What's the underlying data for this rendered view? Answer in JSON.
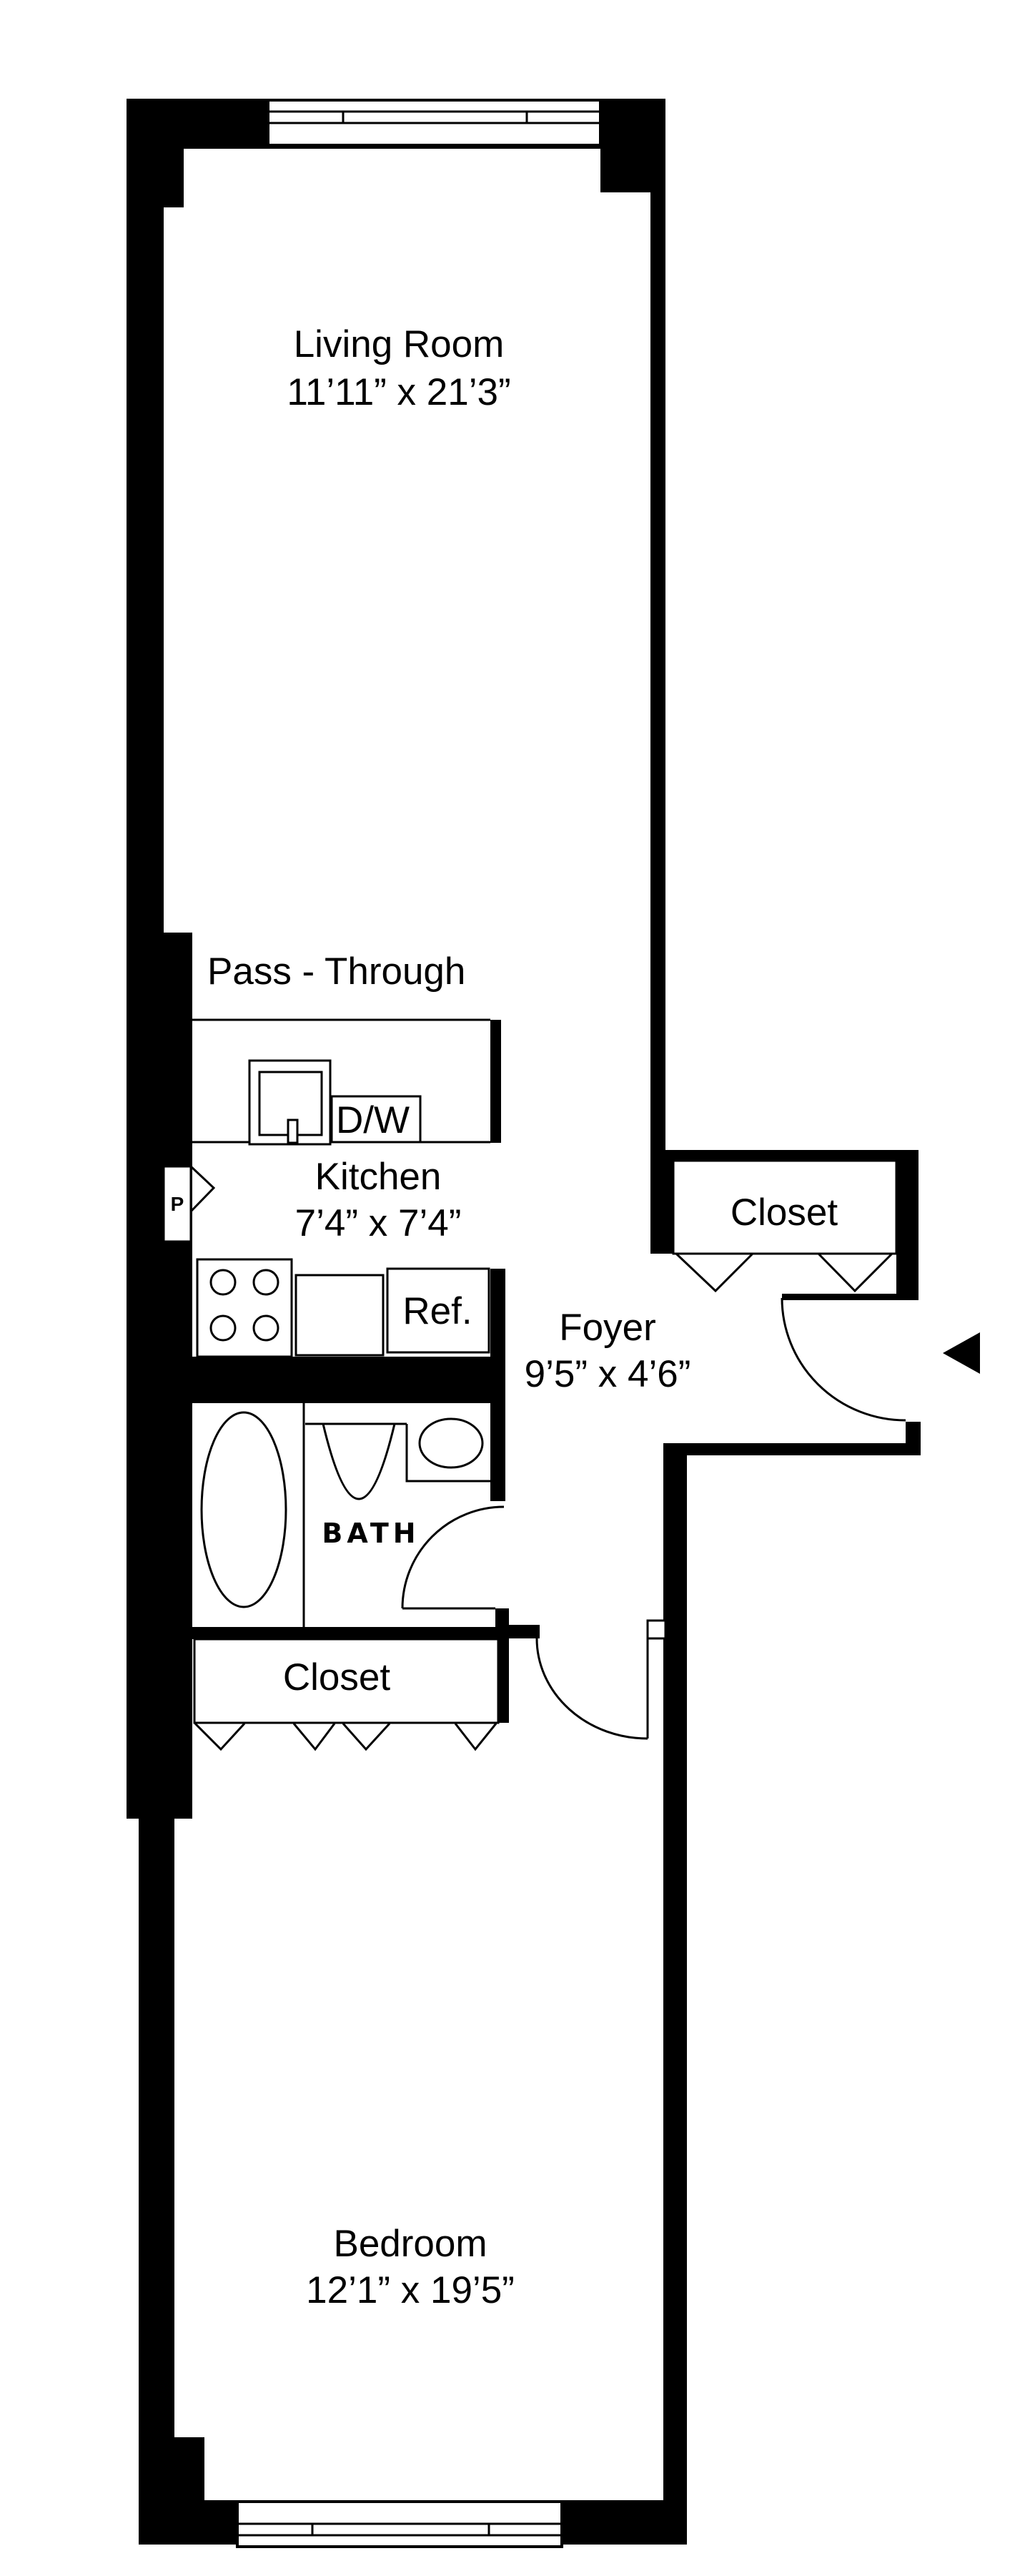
{
  "colors": {
    "wall": "#000000",
    "background": "#ffffff"
  },
  "rooms": {
    "living_room": {
      "name": "Living Room",
      "dims": "11’11” x 21’3”"
    },
    "pass_through": {
      "name": "Pass - Through"
    },
    "kitchen": {
      "name": "Kitchen",
      "dims": "7’4” x 7’4”"
    },
    "foyer": {
      "name": "Foyer",
      "dims": "9’5” x 4’6”"
    },
    "bath": {
      "name": "BATH"
    },
    "closet_upper": {
      "name": "Closet"
    },
    "closet_lower": {
      "name": "Closet"
    },
    "bedroom": {
      "name": "Bedroom",
      "dims": "12’1” x 19’5”"
    }
  },
  "fixtures": {
    "dishwasher": "D/W",
    "refrigerator": "Ref.",
    "pantry": "P"
  },
  "icons": {
    "entry": "entry-arrow-icon"
  }
}
